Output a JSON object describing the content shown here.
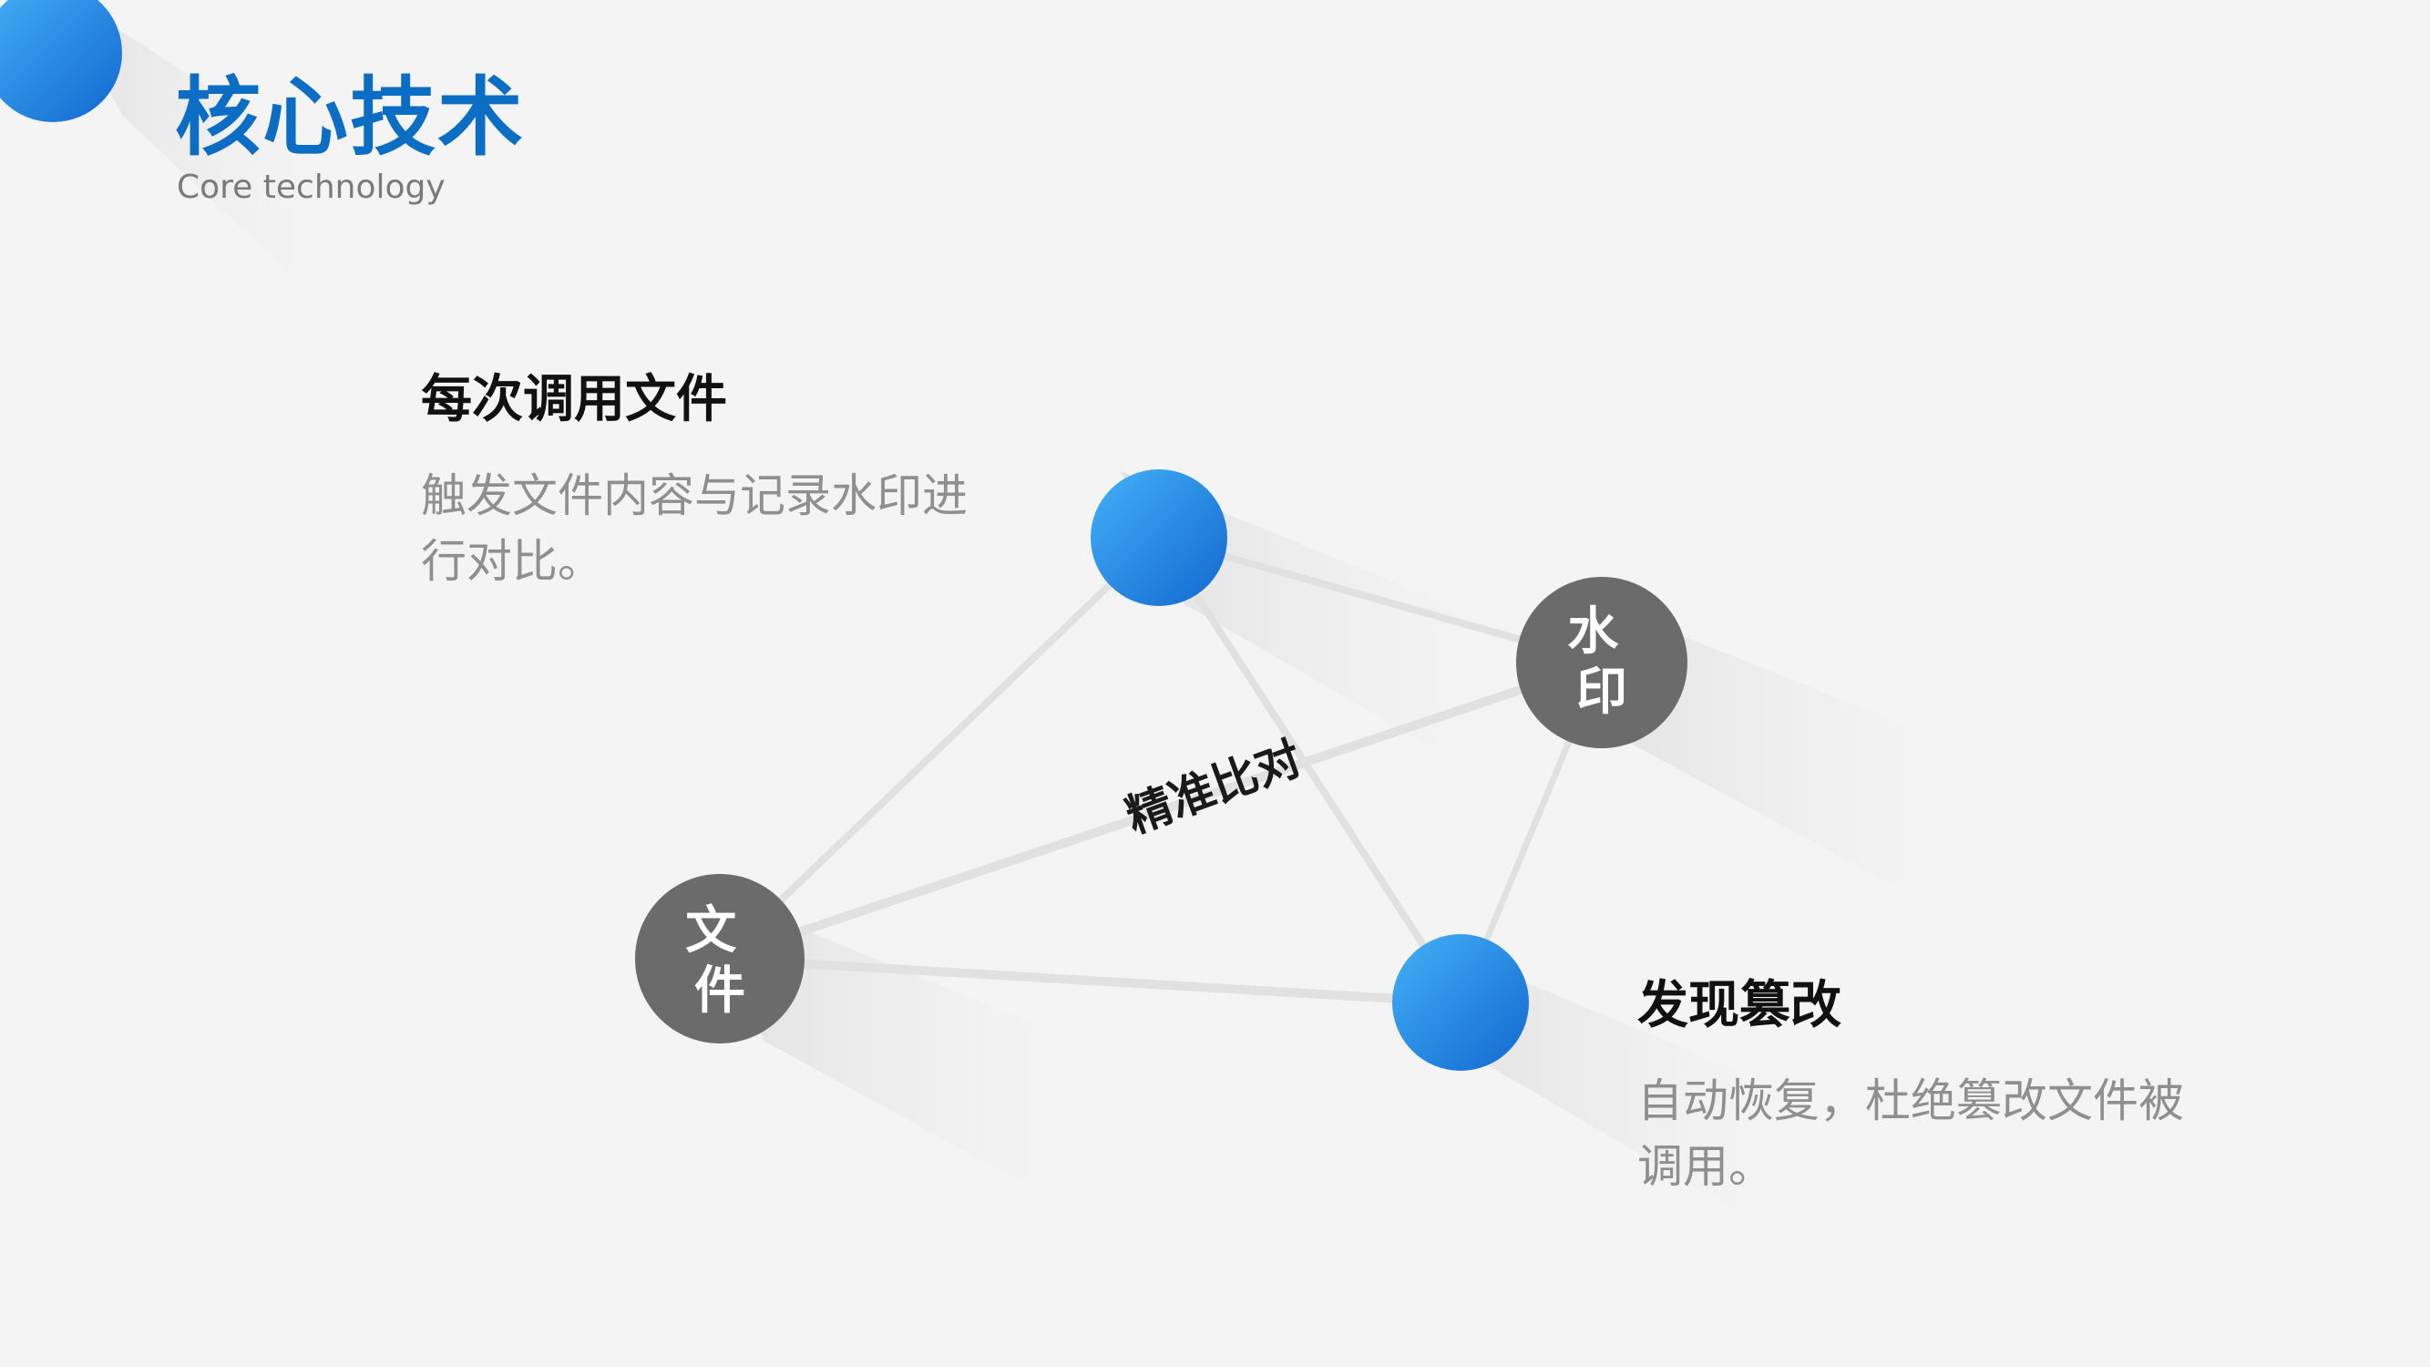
{
  "header": {
    "title": "核心技术",
    "subtitle": "Core technology"
  },
  "block_top_left": {
    "heading": "每次调用文件",
    "description": "触发文件内容与记录水印进行对比。"
  },
  "block_bottom_right": {
    "heading": "发现篡改",
    "description": "自动恢复，杜绝篡改文件被调用。"
  },
  "diagram": {
    "center_label": "精准比对",
    "nodes": {
      "file": "文件",
      "watermark": "水印"
    }
  },
  "colors": {
    "accent": "#0c6dc4",
    "blue_light": "#3fa9f5",
    "blue_dark": "#1673d4",
    "node_gray": "#6b6b6b",
    "background": "#f4f4f4"
  }
}
